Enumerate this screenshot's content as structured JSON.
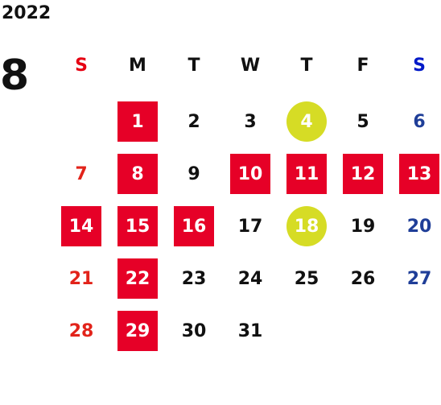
{
  "calendar": {
    "year": "2022",
    "month": "8",
    "weekdays": [
      "S",
      "M",
      "T",
      "W",
      "T",
      "F",
      "S"
    ],
    "colors": {
      "sunday_text": "#e2231a",
      "saturday_text": "#1f3e98",
      "highlight_box": "#e60027",
      "highlight_circle": "#d6dc25"
    },
    "weeks": [
      [
        {
          "day": "",
          "style": "empty"
        },
        {
          "day": "1",
          "style": "red-box"
        },
        {
          "day": "2",
          "style": "plain"
        },
        {
          "day": "3",
          "style": "plain"
        },
        {
          "day": "4",
          "style": "green-circle"
        },
        {
          "day": "5",
          "style": "plain"
        },
        {
          "day": "6",
          "style": "plain"
        }
      ],
      [
        {
          "day": "7",
          "style": "plain"
        },
        {
          "day": "8",
          "style": "red-box"
        },
        {
          "day": "9",
          "style": "plain"
        },
        {
          "day": "10",
          "style": "red-box"
        },
        {
          "day": "11",
          "style": "red-box"
        },
        {
          "day": "12",
          "style": "red-box"
        },
        {
          "day": "13",
          "style": "red-box"
        }
      ],
      [
        {
          "day": "14",
          "style": "red-box"
        },
        {
          "day": "15",
          "style": "red-box"
        },
        {
          "day": "16",
          "style": "red-box"
        },
        {
          "day": "17",
          "style": "plain"
        },
        {
          "day": "18",
          "style": "green-circle"
        },
        {
          "day": "19",
          "style": "plain"
        },
        {
          "day": "20",
          "style": "plain"
        }
      ],
      [
        {
          "day": "21",
          "style": "plain"
        },
        {
          "day": "22",
          "style": "red-box"
        },
        {
          "day": "23",
          "style": "plain"
        },
        {
          "day": "24",
          "style": "plain"
        },
        {
          "day": "25",
          "style": "plain"
        },
        {
          "day": "26",
          "style": "plain"
        },
        {
          "day": "27",
          "style": "plain"
        }
      ],
      [
        {
          "day": "28",
          "style": "plain"
        },
        {
          "day": "29",
          "style": "red-box"
        },
        {
          "day": "30",
          "style": "plain"
        },
        {
          "day": "31",
          "style": "plain"
        },
        {
          "day": "",
          "style": "empty"
        },
        {
          "day": "",
          "style": "empty"
        },
        {
          "day": "",
          "style": "empty"
        }
      ]
    ]
  }
}
